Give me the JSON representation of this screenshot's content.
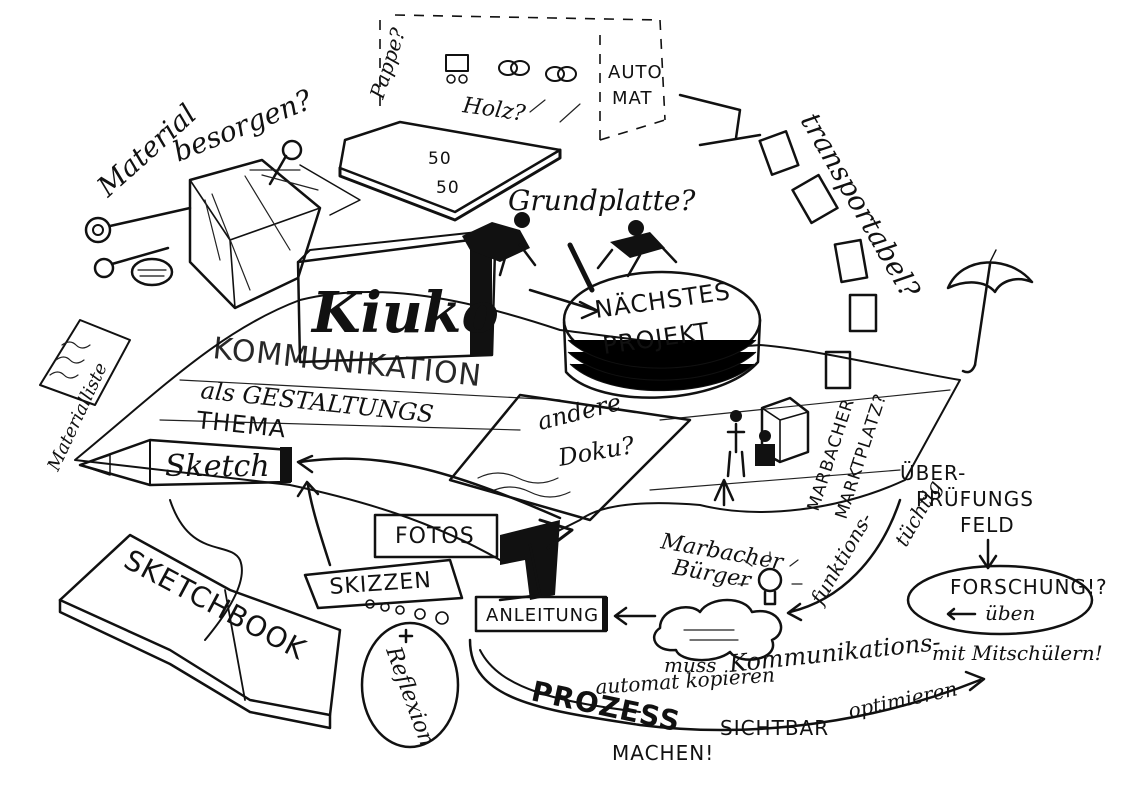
{
  "labels": {
    "material_besorgen_1": "Material",
    "material_besorgen_2": "besorgen?",
    "pappe": "Pappe?",
    "holz": "Holz?",
    "automat_1": "AUTO",
    "automat_2": "MAT",
    "size_1": "50",
    "size_2": "50",
    "grundplatte": "Grundplatte?",
    "transportabel": "transportabel?",
    "kiuko": "Kiuko",
    "naechstes_1": "NÄCHSTES",
    "naechstes_2": "PROJEKT",
    "materialliste": "Materialliste",
    "kommunikation": "KOMMUNIKATION",
    "als_gestaltungs": "als GESTALTUNGS",
    "thema": "THEMA",
    "andere_doku_1": "andere",
    "andere_doku_2": "Doku?",
    "marbacher_1": "MARBACHER",
    "marbacher_2": "MARKTPLATZ?",
    "ueber_1": "ÜBER-",
    "ueber_2": "PRÜFUNGS",
    "ueber_3": "FELD",
    "sketch": "Sketch",
    "fotos": "FOTOS",
    "skizzen": "SKIZZEN",
    "buerger_1": "Marbacher",
    "buerger_2": "Bürger",
    "funktions_1": "funktions-",
    "funktions_2": "tüchtig",
    "forschung_1": "FORSCHUNG!?",
    "forschung_2": "üben",
    "forschung_3": "mit Mitschülern!",
    "sketchbook": "SKETCHBOOK",
    "reflexion": "Reflexion",
    "anleitung": "ANLEITUNG",
    "muss": "muss",
    "kommunikations": "Kommunikations-",
    "automat_kopieren": "automat kopieren",
    "optimieren": "optimieren",
    "prozess": "PROZESS",
    "sichtbar": "SICHTBAR",
    "machen": "MACHEN!"
  }
}
